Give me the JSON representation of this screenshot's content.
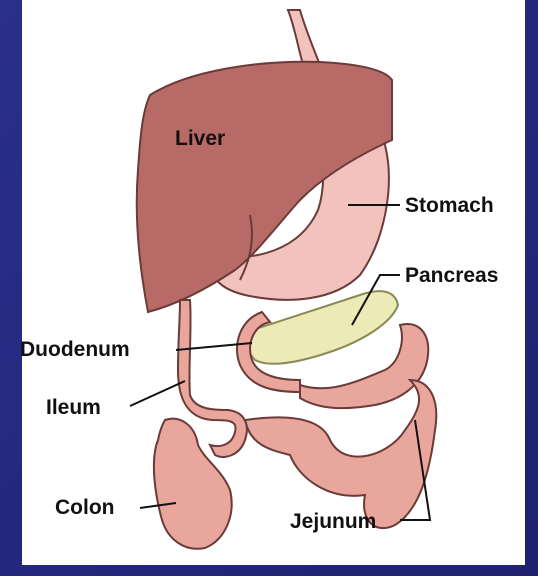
{
  "labels": {
    "liver": "Liver",
    "stomach": "Stomach",
    "pancreas": "Pancreas",
    "duodenum": "Duodenum",
    "ileum": "Ileum",
    "colon": "Colon",
    "jejunum": "Jejunum"
  },
  "colors": {
    "background": "#27277d",
    "panel": "#ffffff",
    "liver": "#b86a67",
    "stomach": "#f2c3bd",
    "intestine": "#e9a69d",
    "pancreas": "#ecebb8",
    "outline": "#6a3b38"
  }
}
